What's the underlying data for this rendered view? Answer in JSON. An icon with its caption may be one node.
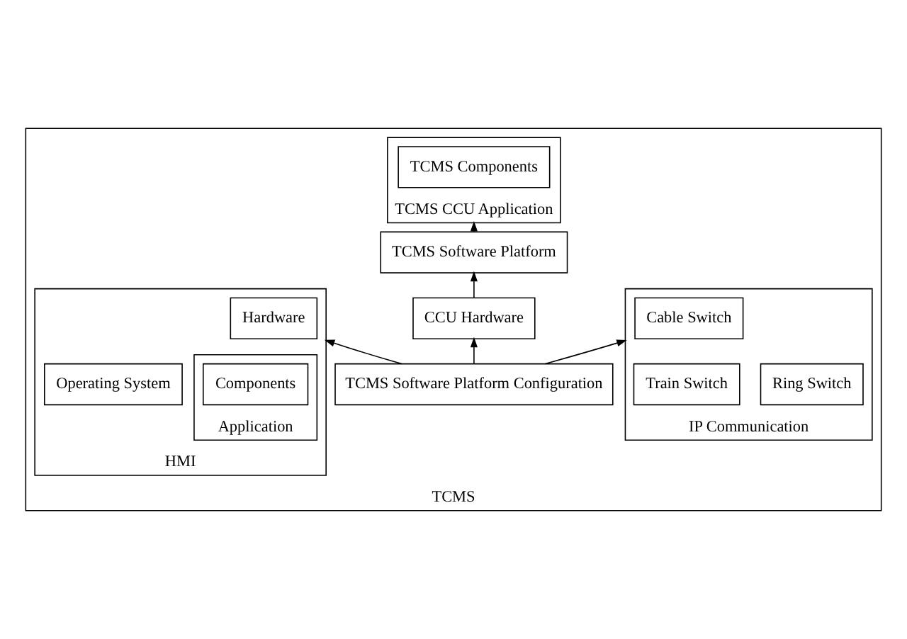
{
  "diagram": {
    "nodes": [
      {
        "text": [
          "TCMS"
        ]
      },
      {
        "text": [
          "TCMS CCU Application"
        ],
        "in": 0
      },
      {
        "text": [
          "TCMS Components"
        ],
        "in": 1
      },
      {
        "text": [
          "TCMS Software Platform"
        ],
        "in": 0
      },
      {
        "text": [
          "CCU Hardware"
        ],
        "in": 0
      },
      {
        "text": [
          "IP Communication"
        ],
        "in": 0
      },
      {
        "text": [
          "Train Switch"
        ],
        "in": 5
      },
      {
        "text": [
          "Ring Switch"
        ],
        "in": 5
      },
      {
        "text": [
          "Cable Switch"
        ],
        "in": 5
      },
      {
        "text": [
          "HMI"
        ],
        "in": 0
      },
      {
        "text": [
          "Application"
        ],
        "in": 9
      },
      {
        "text": [
          "Components"
        ],
        "in": 10
      },
      {
        "text": [
          "Operating System"
        ],
        "in": 9
      },
      {
        "text": [
          "Hardware"
        ],
        "in": 9
      },
      {
        "text": [
          "TCMS Software Platform Configuration"
        ],
        "in": 0
      }
    ],
    "edges": [
      {
        "from": 4,
        "to": 3,
        "arrow": "to"
      },
      {
        "from": 3,
        "to": 1,
        "arrow": "to"
      },
      {
        "from": 14,
        "to": 4,
        "arrow": "to"
      },
      {
        "from": 14,
        "to": 5,
        "arrow": "to"
      },
      {
        "from": 14,
        "to": 9,
        "arrow": "to"
      }
    ]
  }
}
